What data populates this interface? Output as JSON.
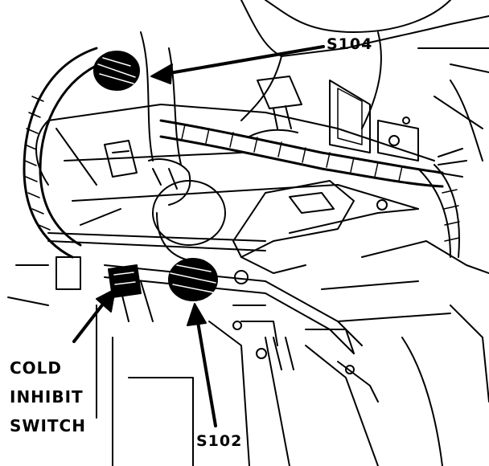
{
  "callouts": {
    "s104": "S104",
    "s102": "S102",
    "cold_inhibit_switch": [
      "COLD",
      "INHIBIT",
      "SWITCH"
    ]
  },
  "colors": {
    "ink": "#000000",
    "paper": "#ffffff"
  }
}
